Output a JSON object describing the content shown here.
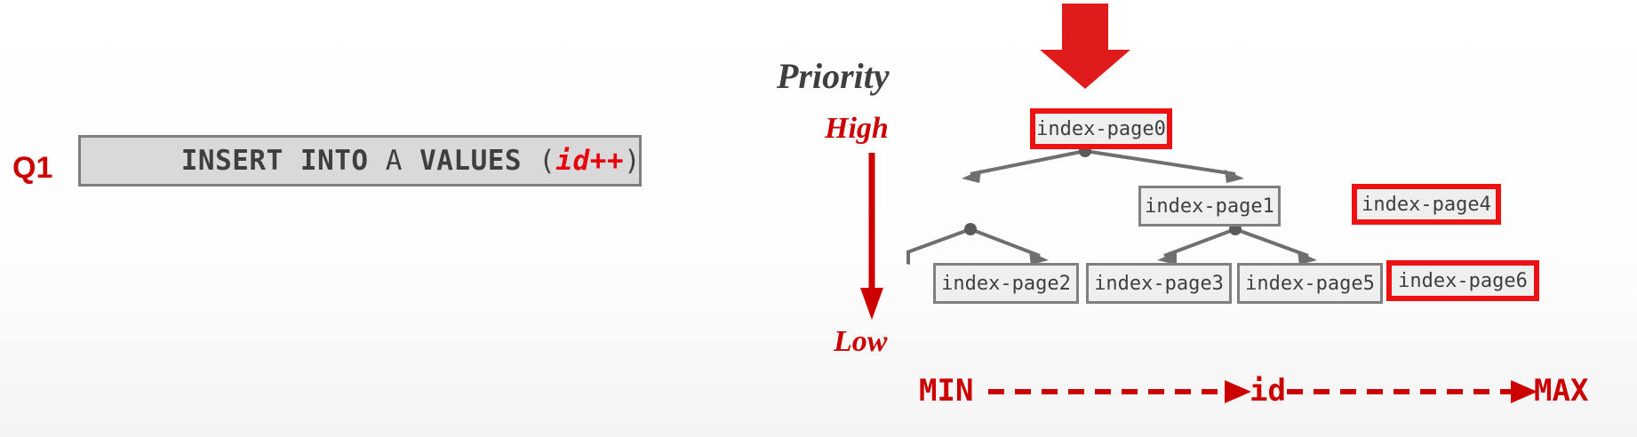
{
  "query": {
    "label": "Q1",
    "sql_tokens": [
      {
        "text": "INSERT",
        "style": "kw"
      },
      {
        "text": " ",
        "style": "plain"
      },
      {
        "text": "INTO",
        "style": "kw"
      },
      {
        "text": " A ",
        "style": "plain"
      },
      {
        "text": "VALUES",
        "style": "kw"
      },
      {
        "text": " (",
        "style": "paren"
      },
      {
        "text": "id++",
        "style": "idpp"
      },
      {
        "text": ")",
        "style": "paren"
      }
    ],
    "sql_full": "INSERT INTO A VALUES (id++)"
  },
  "priority": {
    "title": "Priority",
    "high_label": "High",
    "low_label": "Low",
    "arrow_icon": "down-arrow-icon",
    "color": "#cc0000"
  },
  "insert_arrow": {
    "icon": "thick-down-arrow-icon",
    "color": "#e01b1b"
  },
  "tree": {
    "nodes": [
      {
        "id": "index-page0",
        "label": "index-page0",
        "level": 0,
        "highlighted": true
      },
      {
        "id": "index-page1",
        "label": "index-page1",
        "level": 1,
        "highlighted": false
      },
      {
        "id": "index-page4",
        "label": "index-page4",
        "level": 1,
        "highlighted": true
      },
      {
        "id": "index-page2",
        "label": "index-page2",
        "level": 2,
        "highlighted": false
      },
      {
        "id": "index-page3",
        "label": "index-page3",
        "level": 2,
        "highlighted": false
      },
      {
        "id": "index-page5",
        "label": "index-page5",
        "level": 2,
        "highlighted": false
      },
      {
        "id": "index-page6",
        "label": "index-page6",
        "level": 2,
        "highlighted": true
      }
    ],
    "edges": [
      {
        "from": "index-page0",
        "to": "index-page1"
      },
      {
        "from": "index-page0",
        "to": "index-page4"
      },
      {
        "from": "index-page1",
        "to": "index-page2"
      },
      {
        "from": "index-page1",
        "to": "index-page3"
      },
      {
        "from": "index-page4",
        "to": "index-page5"
      },
      {
        "from": "index-page4",
        "to": "index-page6"
      }
    ],
    "node_border_color": "#808080",
    "highlight_color": "#ee1111",
    "node_fill": "#efefef"
  },
  "range_axis": {
    "min_label": "MIN",
    "mid_label": "id",
    "max_label": "MAX",
    "color": "#cc0000",
    "style": "dashed-double-arrow"
  }
}
